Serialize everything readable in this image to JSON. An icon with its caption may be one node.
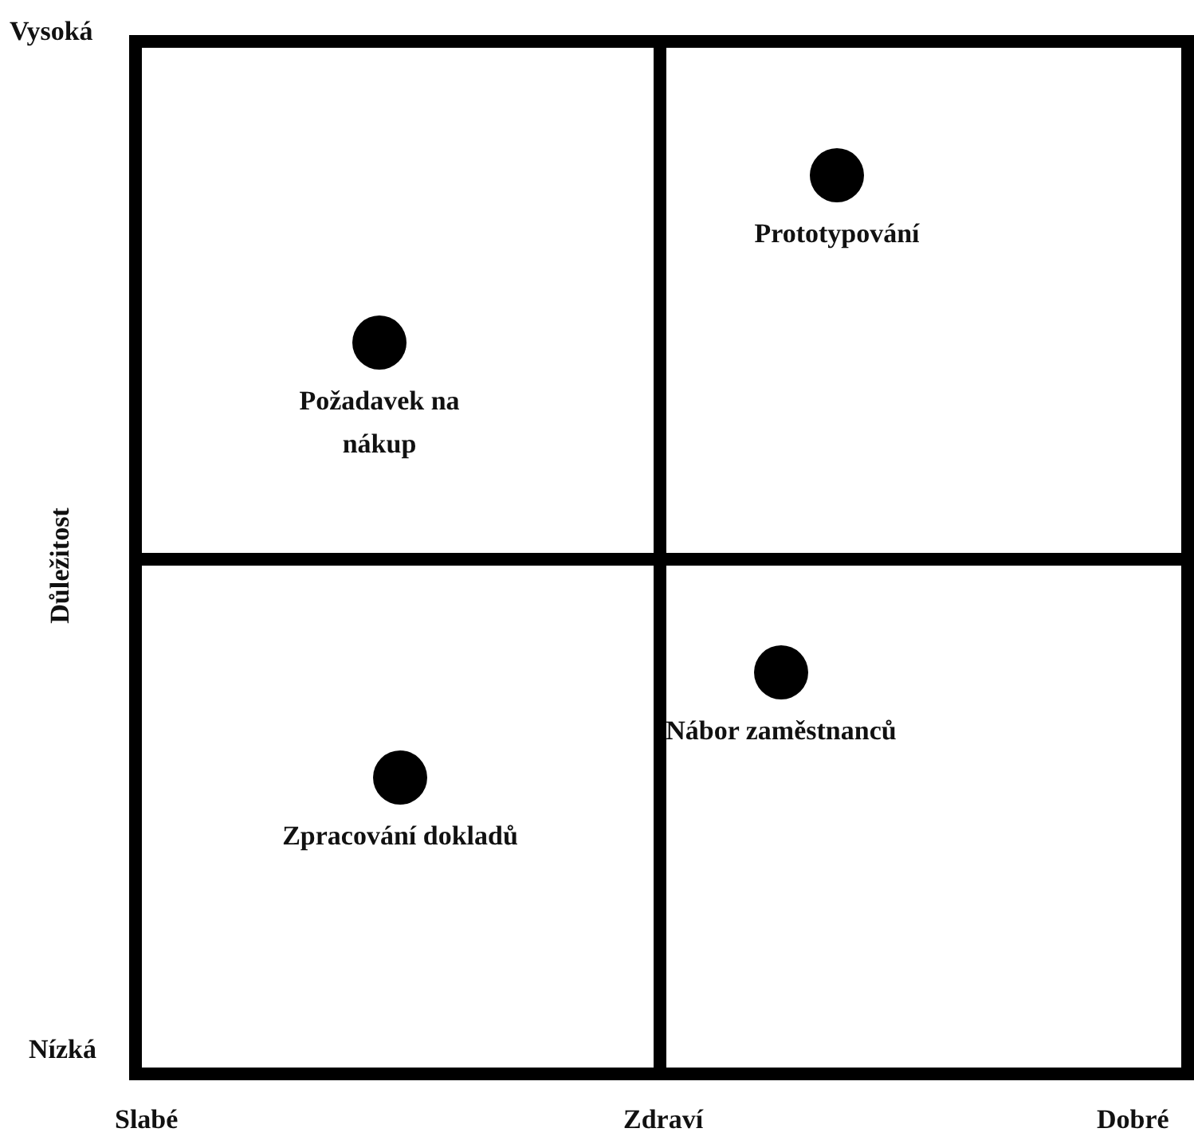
{
  "diagram": {
    "nodes": [
      {
        "text": [
          "Prototypování"
        ]
      },
      {
        "text": [
          "Požadavek na nákup"
        ]
      },
      {
        "text": [
          "Nábor zaměstnanců"
        ]
      },
      {
        "text": [
          "Zpracování dokladů"
        ]
      }
    ],
    "labels": [
      "Vysoká",
      "Důležitost",
      "Nízká",
      "Slabé",
      "Zdraví",
      "Dobré"
    ]
  }
}
